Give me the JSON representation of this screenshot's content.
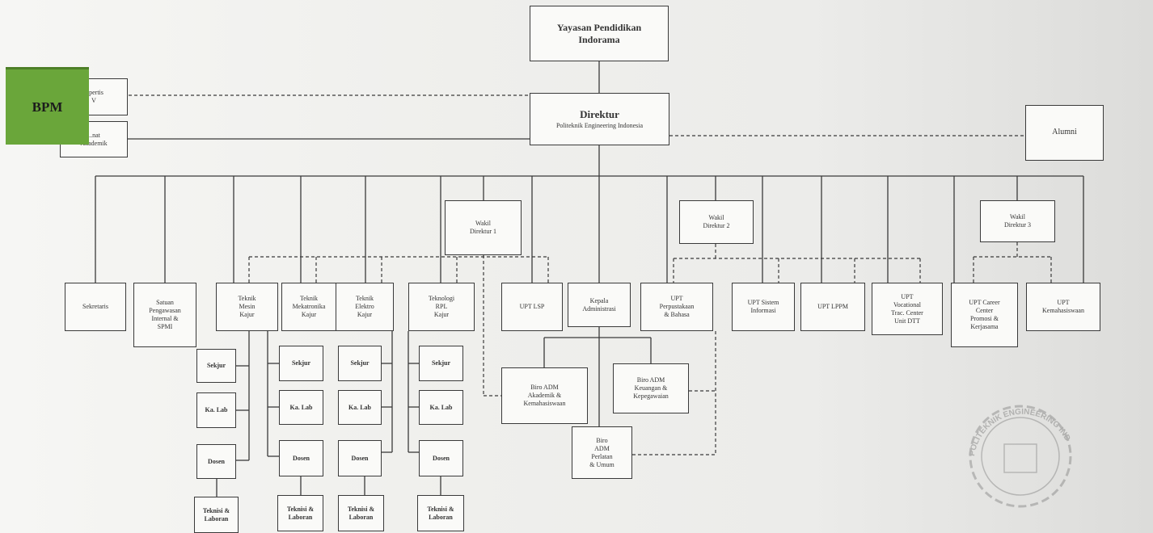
{
  "overlay": {
    "bpm_label": "BPM"
  },
  "nodes": {
    "yayasan": "Yayasan Pendidikan\nIndorama",
    "direktur_title": "Direktur",
    "direktur_sub": "Politeknik Engineering Indonesia",
    "dewan_pakar": "...pertis\nV",
    "senat": "...nat\nAkademik",
    "alumni": "Alumni",
    "wadir1": "Wakil\nDirektur 1",
    "wadir2": "Wakil\nDirektur 2",
    "wadir3": "Wakil\nDirektur 3",
    "sekretaris": "Sekretaris",
    "spi": "Satuan\nPengawasan\nInternal &\nSPMI",
    "tm": "Teknik\nMesin\nKajur",
    "tmk": "Teknik\nMekatronika\nKajur",
    "te": "Teknik\nElektro\nKajur",
    "rpl": "Teknologi\nRPL\nKajur",
    "upt_lsp": "UPT LSP",
    "ka_adm": "Kepala\nAdministrasi",
    "upt_perpus": "UPT\nPerpustakaan\n& Bahasa",
    "upt_si": "UPT Sistem\nInformasi",
    "upt_lppm": "UPT LPPM",
    "upt_voc": "UPT\nVocational\nTrac. Center\nUnit DTT",
    "upt_cc": "UPT Career\nCenter\nPromosi &\nKerjasama",
    "upt_kemhs": "UPT\nKemahasiswaan",
    "biro_akad": "Biro ADM\nAkademik &\nKemahasiswaan",
    "biro_keu": "Biro ADM\nKeuangan &\nKepegawaian",
    "biro_umum": "Biro\nADM\nPerlatan\n& Umum",
    "sekjur": "Sekjur",
    "kalab": "Ka. Lab",
    "dosen": "Dosen",
    "teknisi": "Teknisi &\nLaboran"
  },
  "seal": {
    "text": "POLITEKNIK ENGINEERING INDORAMA"
  }
}
